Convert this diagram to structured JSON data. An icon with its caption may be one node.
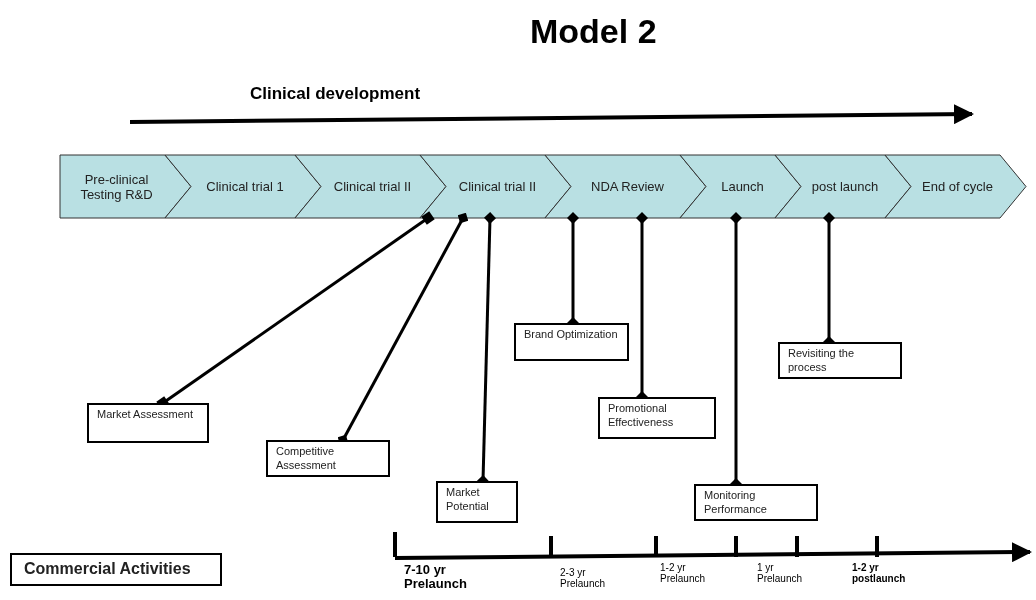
{
  "diagram": {
    "title": "Model 2",
    "nodes": [
      {
        "text": [
          "Pre-clinical Testing R&D"
        ]
      },
      {
        "text": [
          "Clinical trial 1"
        ]
      },
      {
        "text": [
          "Clinical trial II"
        ]
      },
      {
        "text": [
          "Clinical trial II"
        ]
      },
      {
        "text": [
          "NDA Review"
        ]
      },
      {
        "text": [
          "Launch"
        ]
      },
      {
        "text": [
          "post launch"
        ]
      },
      {
        "text": [
          "End of cycle"
        ]
      },
      {
        "text": [
          "Market Assessment"
        ]
      },
      {
        "text": [
          "Competitive Assessment"
        ]
      },
      {
        "text": [
          "Market Potential"
        ]
      },
      {
        "text": [
          "Brand Optimization"
        ]
      },
      {
        "text": [
          "Promotional Effectiveness"
        ]
      },
      {
        "text": [
          "Monitoring Performance"
        ]
      },
      {
        "text": [
          "Revisiting the process"
        ]
      },
      {
        "text": [
          "Commercial Activities"
        ]
      }
    ],
    "edges": [
      {
        "from": 3,
        "to": 8,
        "arrow": "other"
      },
      {
        "from": 3,
        "to": 9,
        "arrow": "other"
      },
      {
        "from": 3,
        "to": 10,
        "arrow": "other"
      },
      {
        "from": 4,
        "to": 11,
        "arrow": "other"
      },
      {
        "from": 4,
        "to": 12,
        "arrow": "other"
      },
      {
        "from": 5,
        "to": 13,
        "arrow": "other"
      },
      {
        "from": 6,
        "to": 14,
        "arrow": "other"
      }
    ],
    "labels": [
      "Clinical development",
      "7-10 yr Prelaunch",
      "2-3 yr Prelaunch",
      "1-2 yr Prelaunch",
      "1 yr Prelaunch",
      "1-2 yr postlaunch"
    ]
  }
}
